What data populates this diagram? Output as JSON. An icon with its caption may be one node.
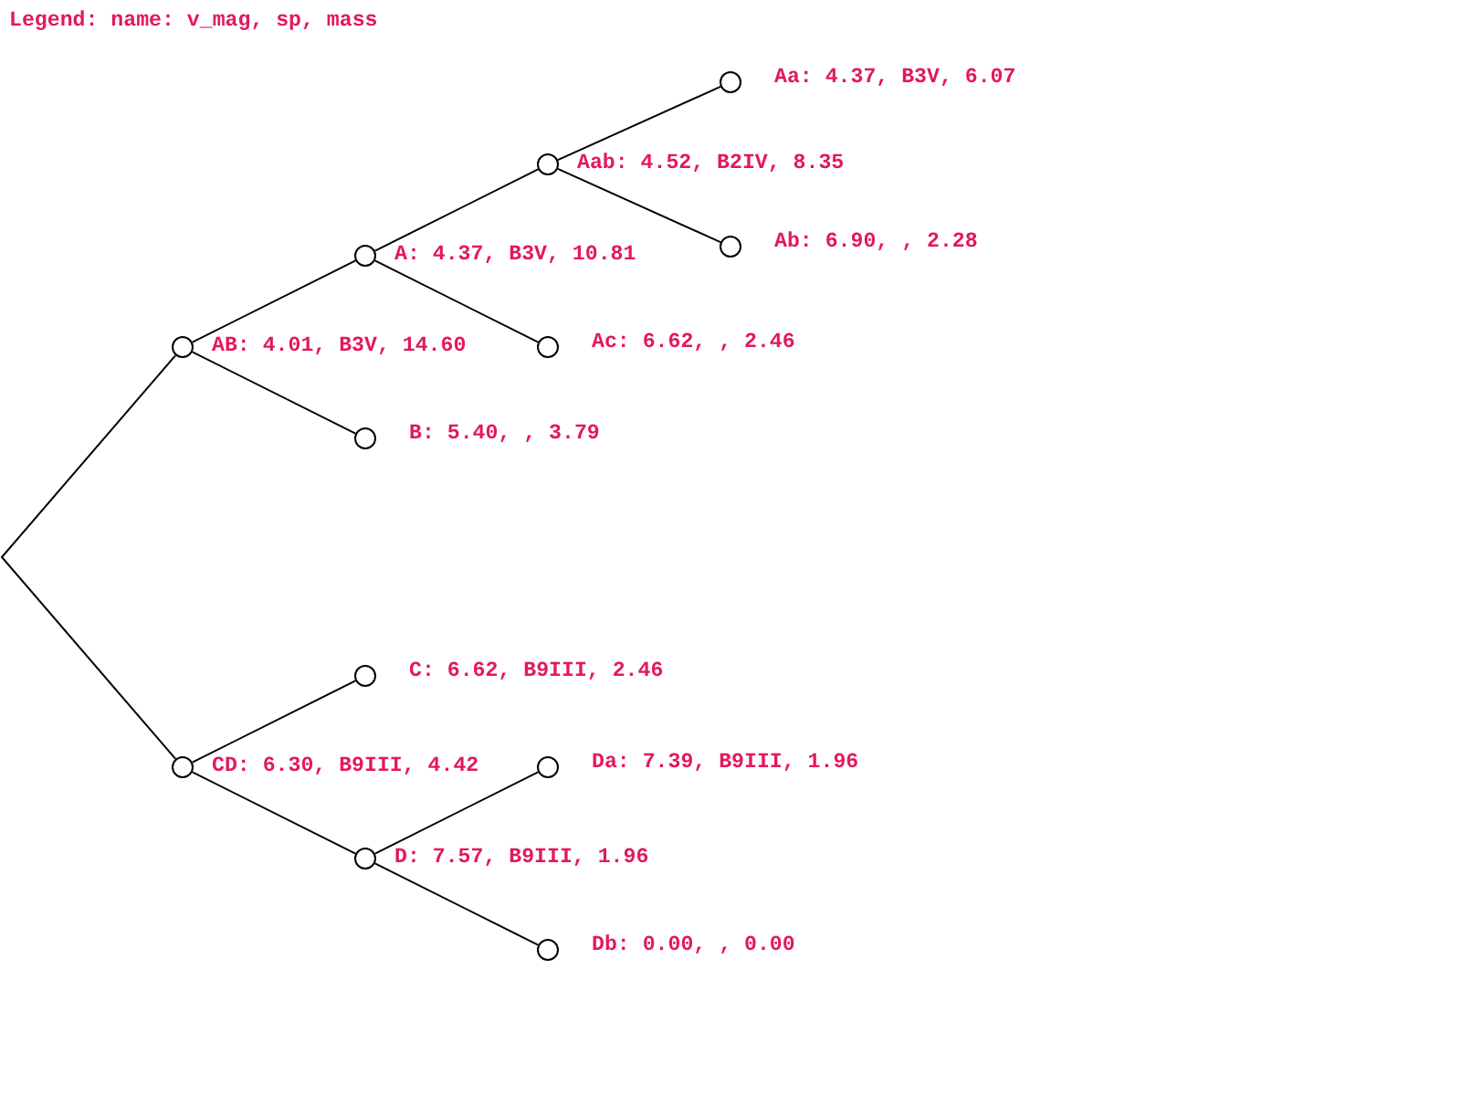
{
  "diagram": {
    "nodes": [
      {
        "text": [],
        "shape": "circle",
        "beside": [
          "AB: 4.01, B3V, 14.60"
        ]
      },
      {
        "text": [],
        "shape": "circle",
        "beside": [
          "A: 4.37, B3V, 10.81"
        ]
      },
      {
        "text": [],
        "shape": "circle",
        "beside": [
          "Aab: 4.52, B2IV, 8.35"
        ]
      },
      {
        "text": [],
        "shape": "circle",
        "beside": [
          "Aa: 4.37, B3V, 6.07"
        ]
      },
      {
        "text": [],
        "shape": "circle",
        "beside": [
          "Ab: 6.90, , 2.28"
        ]
      },
      {
        "text": [],
        "shape": "circle",
        "beside": [
          "Ac: 6.62, , 2.46"
        ]
      },
      {
        "text": [],
        "shape": "circle",
        "beside": [
          "B: 5.40, , 3.79"
        ]
      },
      {
        "text": [],
        "shape": "circle",
        "beside": [
          "CD: 6.30, B9III, 4.42"
        ]
      },
      {
        "text": [],
        "shape": "circle",
        "beside": [
          "C: 6.62, B9III, 2.46"
        ]
      },
      {
        "text": [],
        "shape": "circle",
        "beside": [
          "D: 7.57, B9III, 1.96"
        ]
      },
      {
        "text": [],
        "shape": "circle",
        "beside": [
          "Da: 7.39, B9III, 1.96"
        ]
      },
      {
        "text": [],
        "shape": "circle",
        "beside": [
          "Db: 0.00, , 0.00"
        ]
      }
    ],
    "edges": [
      {
        "from": 0,
        "to": 7,
        "arrow": "none"
      },
      {
        "from": 0,
        "to": 1,
        "arrow": "none"
      },
      {
        "from": 1,
        "to": 2,
        "arrow": "none"
      },
      {
        "from": 2,
        "to": 3,
        "arrow": "none"
      },
      {
        "from": 2,
        "to": 4,
        "arrow": "none"
      },
      {
        "from": 1,
        "to": 5,
        "arrow": "none"
      },
      {
        "from": 0,
        "to": 6,
        "arrow": "none"
      },
      {
        "from": 7,
        "to": 8,
        "arrow": "none"
      },
      {
        "from": 7,
        "to": 9,
        "arrow": "none"
      },
      {
        "from": 9,
        "to": 10,
        "arrow": "none"
      },
      {
        "from": 9,
        "to": 11,
        "arrow": "none"
      }
    ],
    "labels": [
      "Legend: name: v_mag, sp, mass"
    ]
  }
}
